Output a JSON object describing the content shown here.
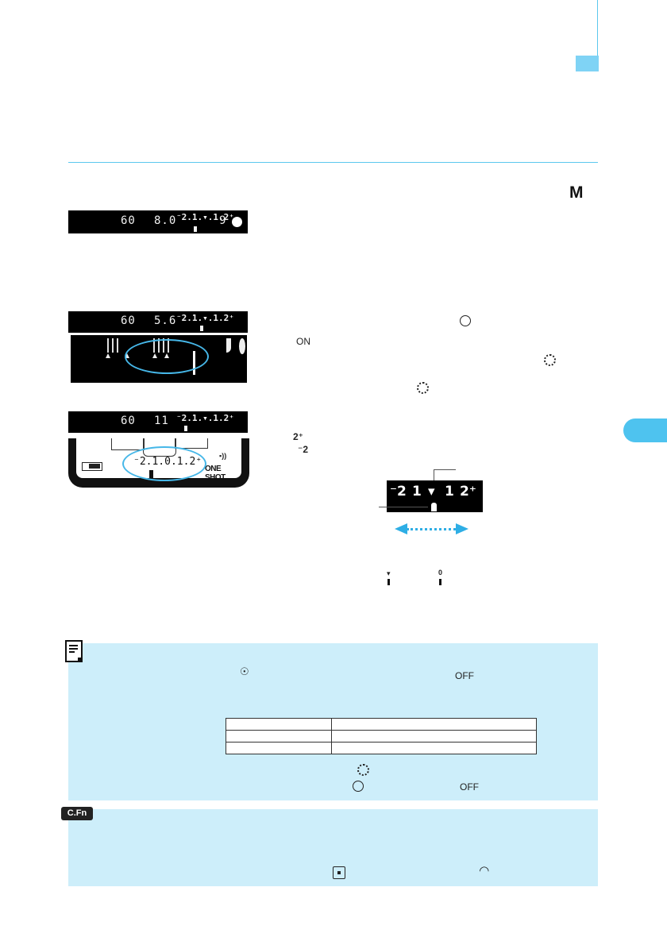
{
  "page": {
    "mode_letter": "M"
  },
  "viewfinder_1": {
    "shutter": "60",
    "aperture": "8.0",
    "scale": "⁻2.1.▾.1.2⁺",
    "shots": "9"
  },
  "viewfinder_2": {
    "shutter": "60",
    "aperture": "5.6",
    "scale": "⁻2.1.▾.1.2⁺"
  },
  "viewfinder_3": {
    "shutter": "60",
    "aperture": "11",
    "scale": "⁻2.1.▾.1.2⁺"
  },
  "lcd_panel": {
    "af_mode": "ONE SHOT",
    "scale": "⁻2.1.0.1.2⁺"
  },
  "step_text": {
    "on_label": "ON",
    "plus_two": "2⁺",
    "minus_two": "⁻2"
  },
  "exposure_scale_closeup": {
    "minus": "⁻2",
    "one_a": "1",
    "pointer": "▾",
    "one_b": "1",
    "plus": "2⁺"
  },
  "note_box": {
    "off_label_1": "OFF",
    "off_label_2": "OFF"
  },
  "cfn_badge": {
    "label": "C.Fn"
  }
}
